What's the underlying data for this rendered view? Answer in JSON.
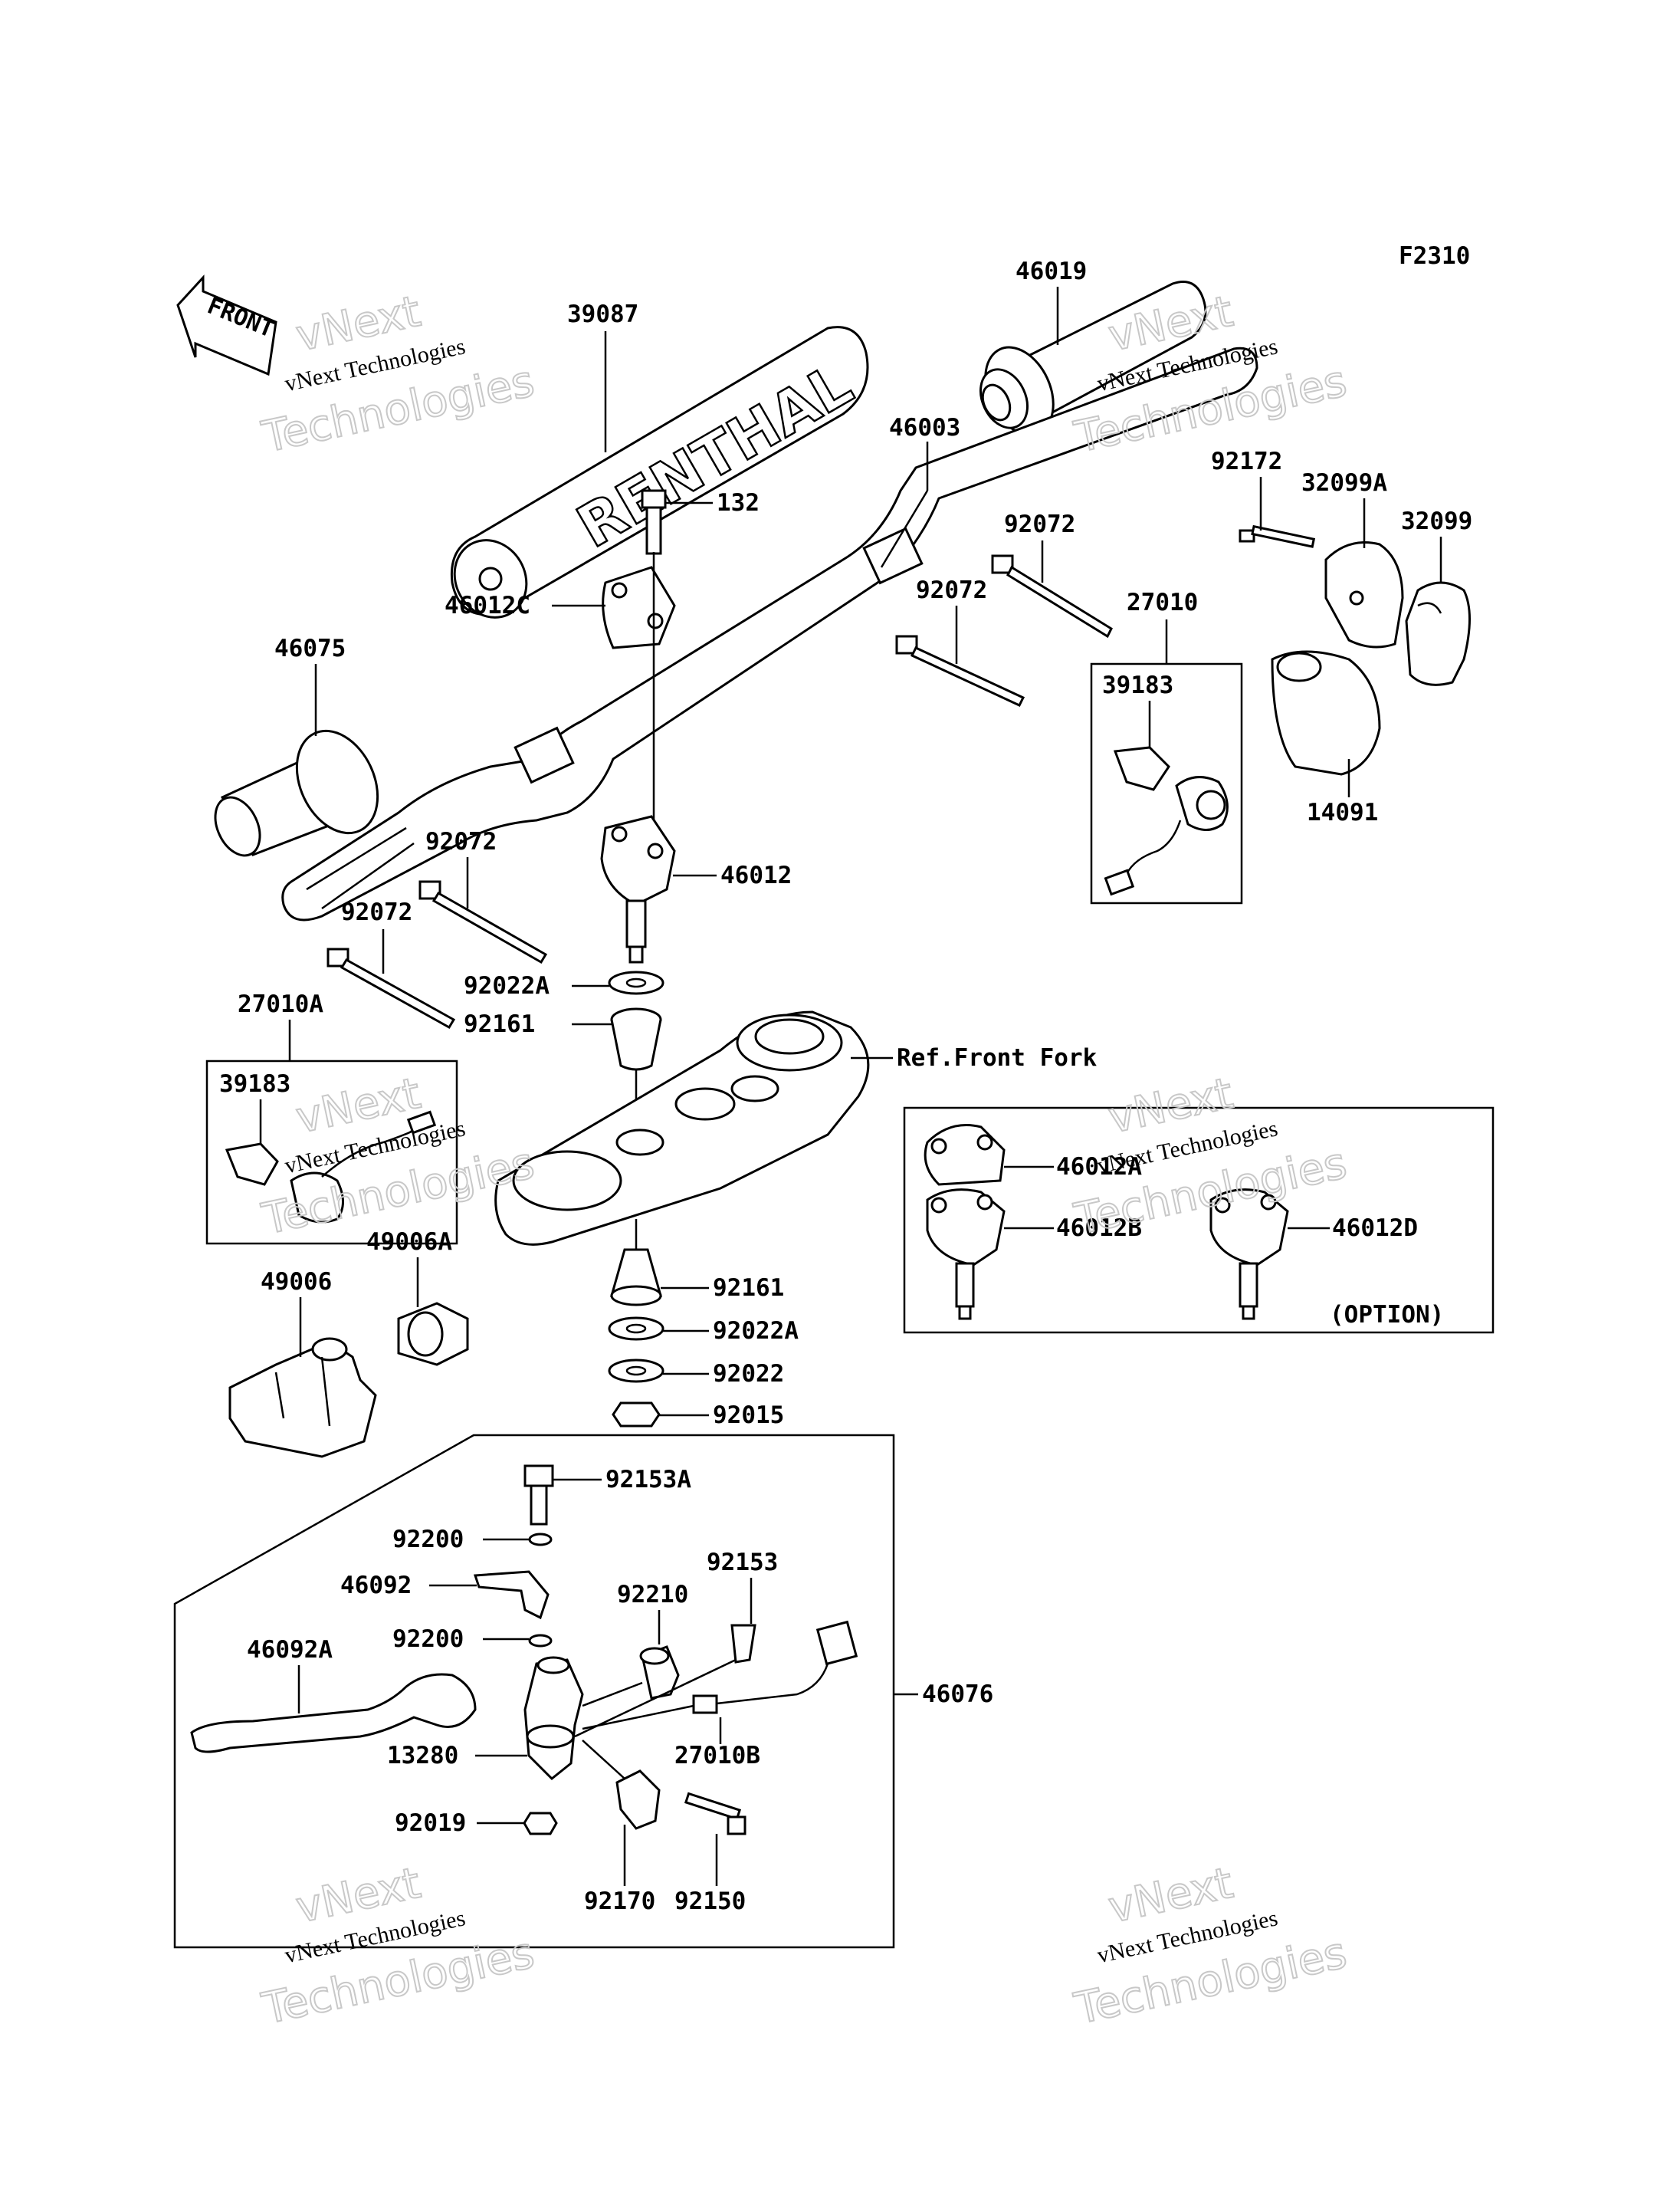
{
  "figure_code": "F2310",
  "front_arrow": "FRONT",
  "grip_text": "RENTHAL",
  "watermark": {
    "line1": "vNext Technologies",
    "line2": "vNext",
    "line3": "Technologies"
  },
  "labels": {
    "p39087": "39087",
    "p46019": "46019",
    "p46003": "46003",
    "p132": "132",
    "p46012C": "46012C",
    "p92072_a": "92072",
    "p92072_b": "92072",
    "p92072_c": "92072",
    "p92072_d": "92072",
    "p27010": "27010",
    "p92172": "92172",
    "p32099A": "32099A",
    "p32099": "32099",
    "p39183_a": "39183",
    "p39183_b": "39183",
    "p14091": "14091",
    "p46075": "46075",
    "p46012": "46012",
    "p92022A_a": "92022A",
    "p92161_a": "92161",
    "p27010A": "27010A",
    "ref_front_fork": "Ref.Front Fork",
    "p46012A": "46012A",
    "p46012B": "46012B",
    "p46012D": "46012D",
    "option": "(OPTION)",
    "p49006A": "49006A",
    "p49006": "49006",
    "p92161_b": "92161",
    "p92022A_b": "92022A",
    "p92022": "92022",
    "p92015": "92015",
    "p92153A": "92153A",
    "p92200_a": "92200",
    "p46092": "46092",
    "p92153": "92153",
    "p92210": "92210",
    "p92200_b": "92200",
    "p46092A": "46092A",
    "p46076": "46076",
    "p13280": "13280",
    "p27010B": "27010B",
    "p92019": "92019",
    "p92170": "92170",
    "p92150": "92150"
  }
}
